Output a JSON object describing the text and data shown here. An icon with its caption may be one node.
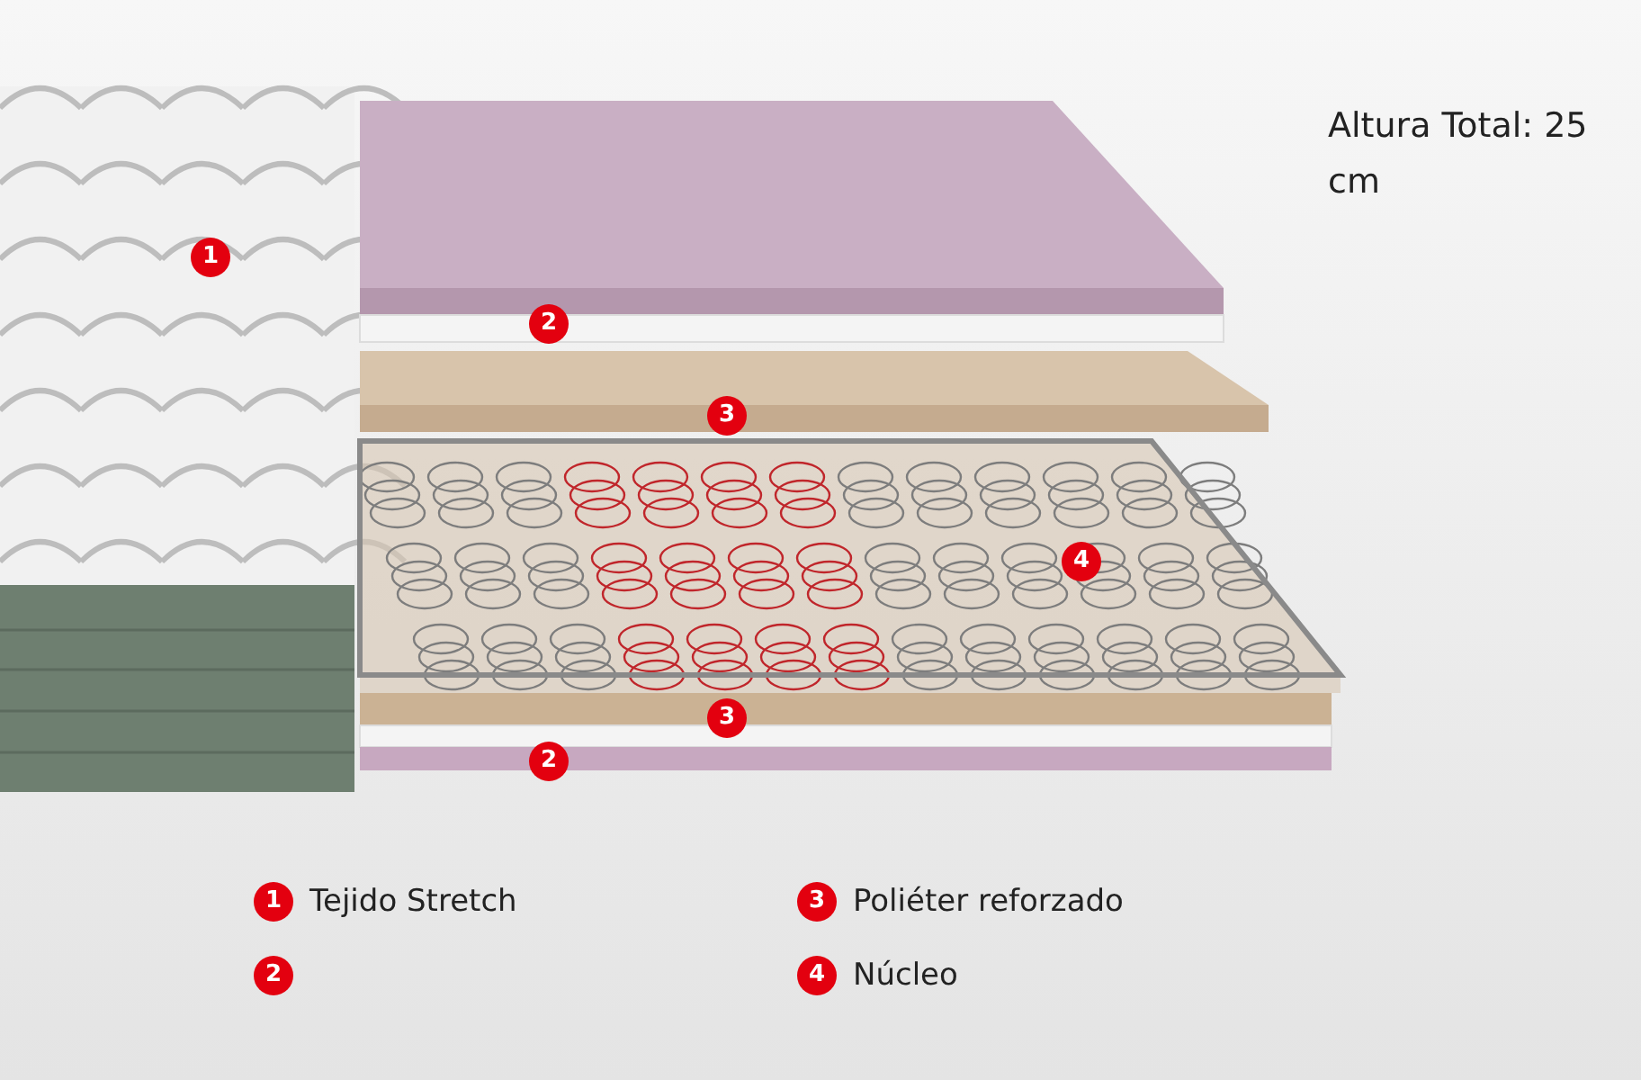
{
  "diagram": {
    "labels": [
      "Altura Total: 25 cm",
      "1",
      "2",
      "3",
      "4",
      "3",
      "2",
      "1",
      "2",
      "3",
      "4"
    ],
    "legend": [
      {
        "text": "Tejido Stretch"
      },
      {
        "text": "Poliéter reforzado"
      },
      {
        "text": "Núcleo"
      }
    ]
  }
}
